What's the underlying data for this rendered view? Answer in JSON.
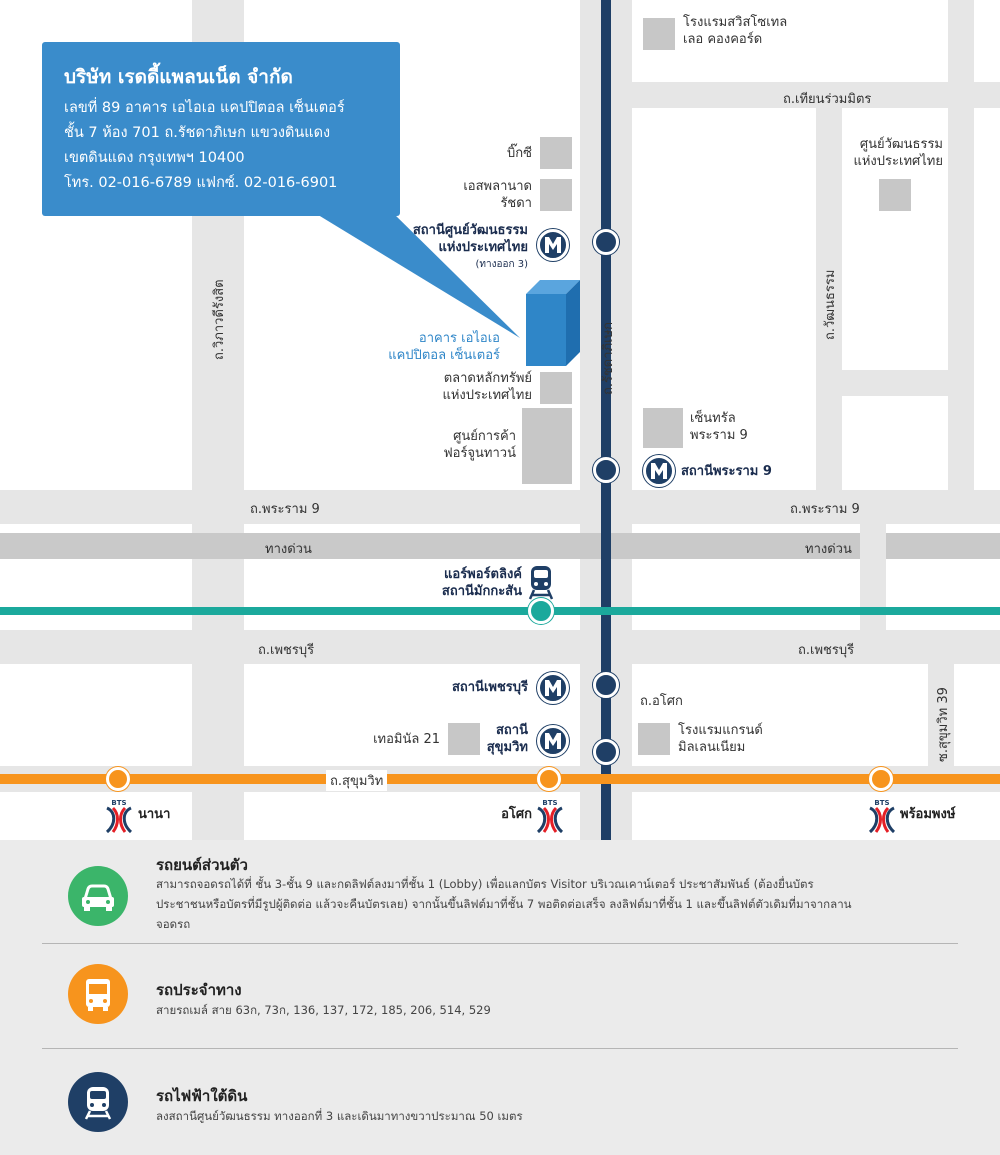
{
  "company": {
    "name": "บริษัท เรดดี้แพลนเน็ต จำกัด",
    "address_1": "เลขที่ 89 อาคาร เอไอเอ แคปปิตอล เซ็นเตอร์",
    "address_2": "ชั้น 7 ห้อง 701 ถ.รัชดาภิเษก แขวงดินแดง",
    "address_3": "เขตดินแดง กรุงเทพฯ 10400",
    "contact": "โทร. 02-016-6789  แฟกซ์. 02-016-6901"
  },
  "roads": {
    "rama9_left": "ถ.พระราม 9",
    "rama9_right": "ถ.พระราม 9",
    "expressway_left": "ทางด่วน",
    "expressway_right": "ทางด่วน",
    "phetchaburi_left": "ถ.เพชรบุรี",
    "phetchaburi_right": "ถ.เพชรบุรี",
    "sukhumvit": "ถ.สุขุมวิท",
    "thianruammit": "ถ.เทียนร่วมมิตร",
    "ratchadaphisek": "ถ.รัชดาภิเษก",
    "wiphawadi": "ถ.วิภาวดีรังสิต",
    "watthanatham": "ถ.วัฒนธรรม",
    "asok": "ถ.อโศก",
    "sukhumvit39": "ซ.สุขุมวิท 39"
  },
  "places": {
    "swissotel_1": "โรงแรมสวิสโซเทล",
    "swissotel_2": "เลอ คองคอร์ด",
    "bigc": "บิ๊กซี",
    "esplanade_1": "เอสพลานาด",
    "esplanade_2": "รัชดา",
    "cultural_center_1": "ศูนย์วัฒนธรรม",
    "cultural_center_2": "แห่งประเทศไทย",
    "aia_1": "อาคาร เอไอเอ",
    "aia_2": "แคปปิตอล เซ็นเตอร์",
    "set_1": "ตลาดหลักทรัพย์",
    "set_2": "แห่งประเทศไทย",
    "fortune_1": "ศูนย์การค้า",
    "fortune_2": "ฟอร์จูนทาวน์",
    "central_1": "เซ็นทรัล",
    "central_2": "พระราม 9",
    "terminal21": "เทอมินัล 21",
    "grand_1": "โรงแรมแกรนด์",
    "grand_2": "มิลเลนเนียม"
  },
  "stations": {
    "mrt_cultural_1": "สถานีศูนย์วัฒนธรรม",
    "mrt_cultural_2": "แห่งประเทศไทย",
    "mrt_cultural_exit": "(ทางออก 3)",
    "mrt_rama9": "สถานีพระราม 9",
    "arl_1": "แอร์พอร์ตลิงค์",
    "arl_2": "สถานีมักกะสัน",
    "mrt_phetchaburi": "สถานีเพชรบุรี",
    "mrt_sukhumvit_1": "สถานี",
    "mrt_sukhumvit_2": "สุขุมวิท",
    "bts_nana": "นานา",
    "bts_asok": "อโศก",
    "bts_phromphong": "พร้อมพงษ์",
    "bts_logo_text": "BTS"
  },
  "transport": [
    {
      "title": "รถยนต์ส่วนตัว",
      "desc": "สามารถจอดรถได้ที่ ชั้น 3-ชั้น 9 และกดลิฟต์ลงมาที่ชั้น 1 (Lobby) เพื่อแลกบัตร Visitor บริเวณเคาน์เตอร์ ประชาสัมพันธ์ (ต้องยื่นบัตรประชาชนหรือบัตรที่มีรูปผู้ติดต่อ แล้วจะคืนบัตรเลย) จากนั้นขึ้นลิฟต์มาที่ชั้น 7 พอติดต่อเสร็จ ลงลิฟต์มาที่ชั้น 1 และขึ้นลิฟต์ตัวเดิมที่มาจากลานจอดรถ",
      "icon": "car-icon",
      "color": "#3bb56a"
    },
    {
      "title": "รถประจำทาง",
      "desc": "สายรถเมล์ สาย 63ก, 73ก, 136, 137, 172, 185, 206, 514, 529",
      "icon": "bus-icon",
      "color": "#f7941d"
    },
    {
      "title": "รถไฟฟ้าใต้ดิน",
      "desc": "ลงสถานีศูนย์วัฒนธรรม ทางออกที่ 3 และเดินมาทางขวาประมาณ 50 เมตร",
      "icon": "subway-train-icon",
      "color": "#1f3f66"
    }
  ],
  "colors": {
    "mrt": "#1f3f66",
    "bts": "#f7941d",
    "airport_link": "#1ba99c",
    "callout": "#3a8ccb",
    "building": "#2f86c8"
  }
}
